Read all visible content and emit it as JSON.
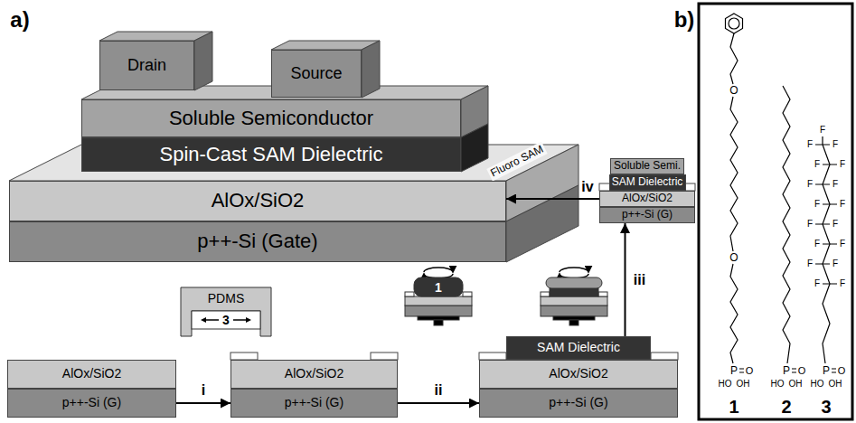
{
  "diagram": {
    "nodes": [
      {
        "text": [
          "Drain"
        ]
      },
      {
        "text": [
          "Source"
        ]
      },
      {
        "text": [
          "Soluble Semiconductor"
        ]
      },
      {
        "text": [
          "Spin-Cast SAM Dielectric"
        ]
      },
      {
        "text": [
          "Fluoro SAM"
        ]
      },
      {
        "text": [
          "AlOx/SiO2"
        ]
      },
      {
        "text": [
          "p++-Si (Gate)"
        ]
      },
      {
        "text": [
          "AlOx/SiO2"
        ]
      },
      {
        "text": [
          "p++-Si (G)"
        ]
      },
      {
        "text": [
          "PDMS"
        ]
      },
      {
        "text": [
          "AlOx/SiO2"
        ]
      },
      {
        "text": [
          "p++-Si (G)"
        ]
      },
      {
        "text": [
          "SAM Dielectric"
        ]
      },
      {
        "text": [
          "AlOx/SiO2"
        ]
      },
      {
        "text": [
          "p++-Si (G)"
        ]
      },
      {
        "text": [
          "Soluble Semi."
        ]
      },
      {
        "text": [
          "SAM Dielectric"
        ]
      },
      {
        "text": [
          "AlOx/SiO2"
        ]
      },
      {
        "text": [
          "p++-Si (G)"
        ]
      }
    ],
    "edges": [
      {
        "from": 8,
        "to": 11,
        "arrow": "to",
        "label": "i"
      },
      {
        "from": 11,
        "to": 14,
        "arrow": "to",
        "label": "ii"
      },
      {
        "from": 12,
        "to": 18,
        "arrow": "to",
        "label": "iii"
      },
      {
        "from": 17,
        "to": 5,
        "arrow": "to",
        "label": "iv"
      }
    ],
    "labels": [
      "a)",
      "b)",
      "3",
      "1",
      "O",
      "O",
      "P",
      "O",
      "HO",
      "OH",
      "P",
      "O",
      "HO",
      "OH",
      "F",
      "F",
      "F",
      "F",
      "F",
      "F",
      "F",
      "F",
      "F",
      "F",
      "F",
      "F",
      "F",
      "F",
      "F",
      "F",
      "F",
      "P",
      "O",
      "HO",
      "OH",
      "1",
      "2",
      "3"
    ]
  }
}
